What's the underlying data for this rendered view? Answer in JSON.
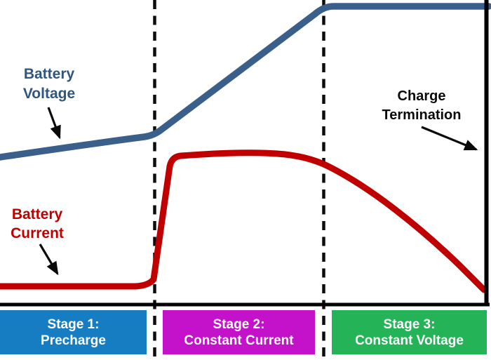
{
  "figure": {
    "annotations": {
      "voltage_label": {
        "line1": "Battery",
        "line2": "Voltage"
      },
      "current_label": {
        "line1": "Battery",
        "line2": "Current"
      },
      "termination_label": {
        "line1": "Charge",
        "line2": "Termination"
      }
    },
    "stages": [
      {
        "line1": "Stage 1:",
        "line2": "Precharge",
        "color": "#177DC2"
      },
      {
        "line1": "Stage 2:",
        "line2": "Constant Current",
        "color": "#C312C9"
      },
      {
        "line1": "Stage 3:",
        "line2": "Constant Voltage",
        "color": "#24B357"
      }
    ],
    "colors": {
      "voltage_line": "#3A5F8B",
      "voltage_text": "#30557F",
      "current_line": "#C00000",
      "current_text": "#C00000",
      "termination_text": "#0A0A0A",
      "axis": "#000000",
      "divider": "#0D0D0D",
      "arrow": "#0A0A0A",
      "stage_text": "#FFFFFF",
      "background": "#FFFFFF"
    }
  },
  "chart_data": {
    "type": "line",
    "title": "",
    "xlabel": "",
    "ylabel": "",
    "numeric_axes_shown": false,
    "x_scale": "relative time, 0-100 (no units shown in image)",
    "y_scale": "relative level, 0-1 of plot height (no units shown in image)",
    "stage_boundaries_x": [
      31.4,
      66.0
    ],
    "series": [
      {
        "name": "Battery Voltage",
        "color": "#3A5F8B",
        "shape": "slow rise in Stage 1, steep linear climb in Stage 2, flat maximum in Stage 3",
        "x": [
          0,
          31.4,
          66.0,
          100
        ],
        "y": [
          0.48,
          0.56,
          0.98,
          0.98
        ]
      },
      {
        "name": "Battery Current",
        "color": "#C00000",
        "shape": "low flat precharge level, step up at Stage 2 to constant plateau, tapering decay through Stage 3 ending near zero at charge termination",
        "x": [
          0,
          30,
          33,
          37,
          57,
          66,
          80,
          90,
          98.5
        ],
        "y": [
          0.06,
          0.06,
          0.45,
          0.49,
          0.5,
          0.46,
          0.33,
          0.18,
          0.045
        ]
      }
    ],
    "annotations": [
      "Battery Voltage",
      "Battery Current",
      "Charge Termination"
    ],
    "legend_position": "none (labels with arrows inside plot)"
  }
}
